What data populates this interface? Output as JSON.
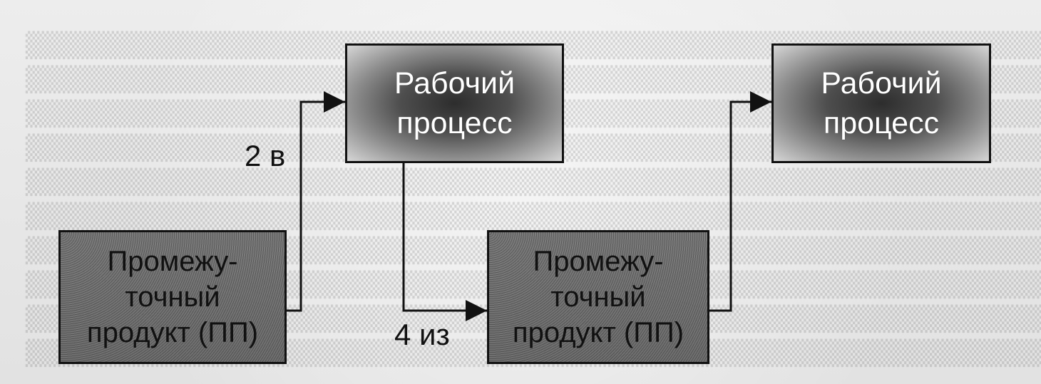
{
  "nodes": {
    "process_1": "Рабочий\nпроцесс",
    "process_2": "Рабочий\nпроцесс",
    "product_1": "Промежу-\nточный\nпродукт (ПП)",
    "product_2": "Промежу-\nточный\nпродукт (ПП)"
  },
  "edges": {
    "label_2v": "2 в",
    "label_4iz": "4 из"
  },
  "colors": {
    "line": "#111111",
    "process_text": "#ffffff",
    "product_fill": "#747474"
  }
}
